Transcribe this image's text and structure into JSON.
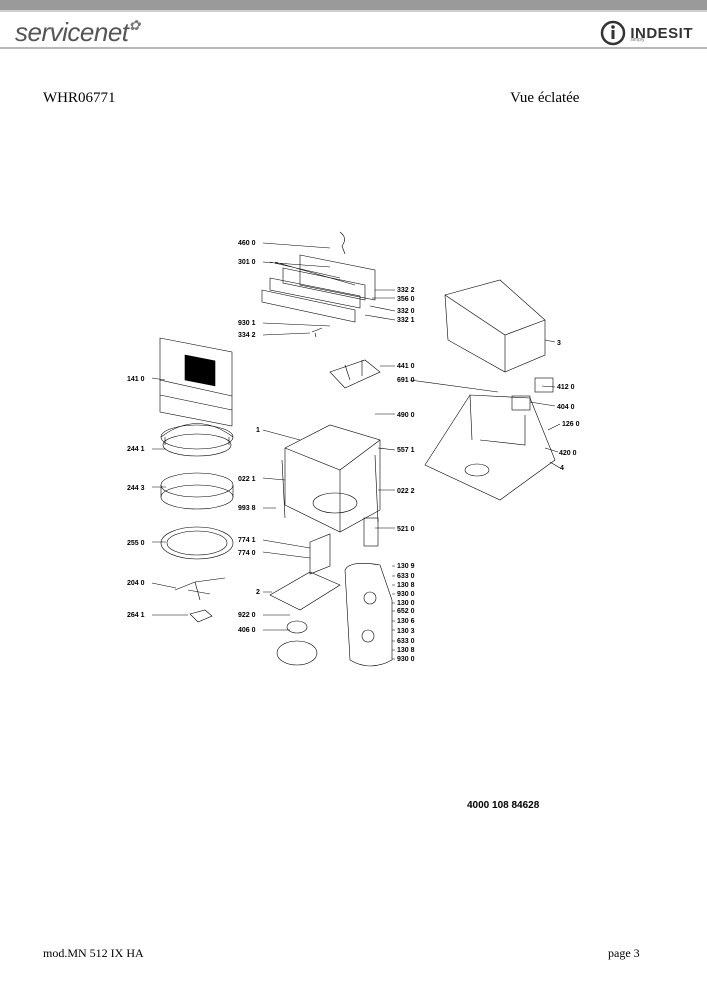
{
  "header": {
    "brand_left": "servicenet",
    "brand_right": "INDESIT",
    "brand_right_sub": "simply"
  },
  "model_code": "WHR06771",
  "view_title": "Vue éclatée",
  "part_number": "4000 108 84628",
  "footer": {
    "model": "mod.MN 512 IX HA",
    "page": "page 3"
  },
  "labels": {
    "l4600": "460 0",
    "l3010": "301 0",
    "l3322": "332 2",
    "l3560": "356 0",
    "l3320": "332 0",
    "l3321": "332 1",
    "l9301": "930 1",
    "l3342": "334 2",
    "l1410": "141 0",
    "l4410": "441 0",
    "l6910": "691 0",
    "l4120": "412 0",
    "l4040": "404 0",
    "l4900": "490 0",
    "l1260": "126 0",
    "l3": "3",
    "l1": "1",
    "l5571": "557 1",
    "l4200": "420 0",
    "l4": "4",
    "l2441": "244 1",
    "l0221": "022 1",
    "l0222": "022 2",
    "l2443": "244 3",
    "l9938": "993 8",
    "l5210": "521 0",
    "l2550": "255 0",
    "l7741": "774 1",
    "l7740": "774 0",
    "l1309": "130 9",
    "l6330a": "633 0",
    "l1308a": "130 8",
    "l9300a": "930 0",
    "l2040": "204 0",
    "l2": "2",
    "l1300": "130 0",
    "l6520": "652 0",
    "l2641": "264 1",
    "l9220": "922 0",
    "l1306": "130 6",
    "l1303": "130 3",
    "l4060": "406 0",
    "l6330b": "633 0",
    "l1308b": "130 8",
    "l9300b": "930 0"
  }
}
